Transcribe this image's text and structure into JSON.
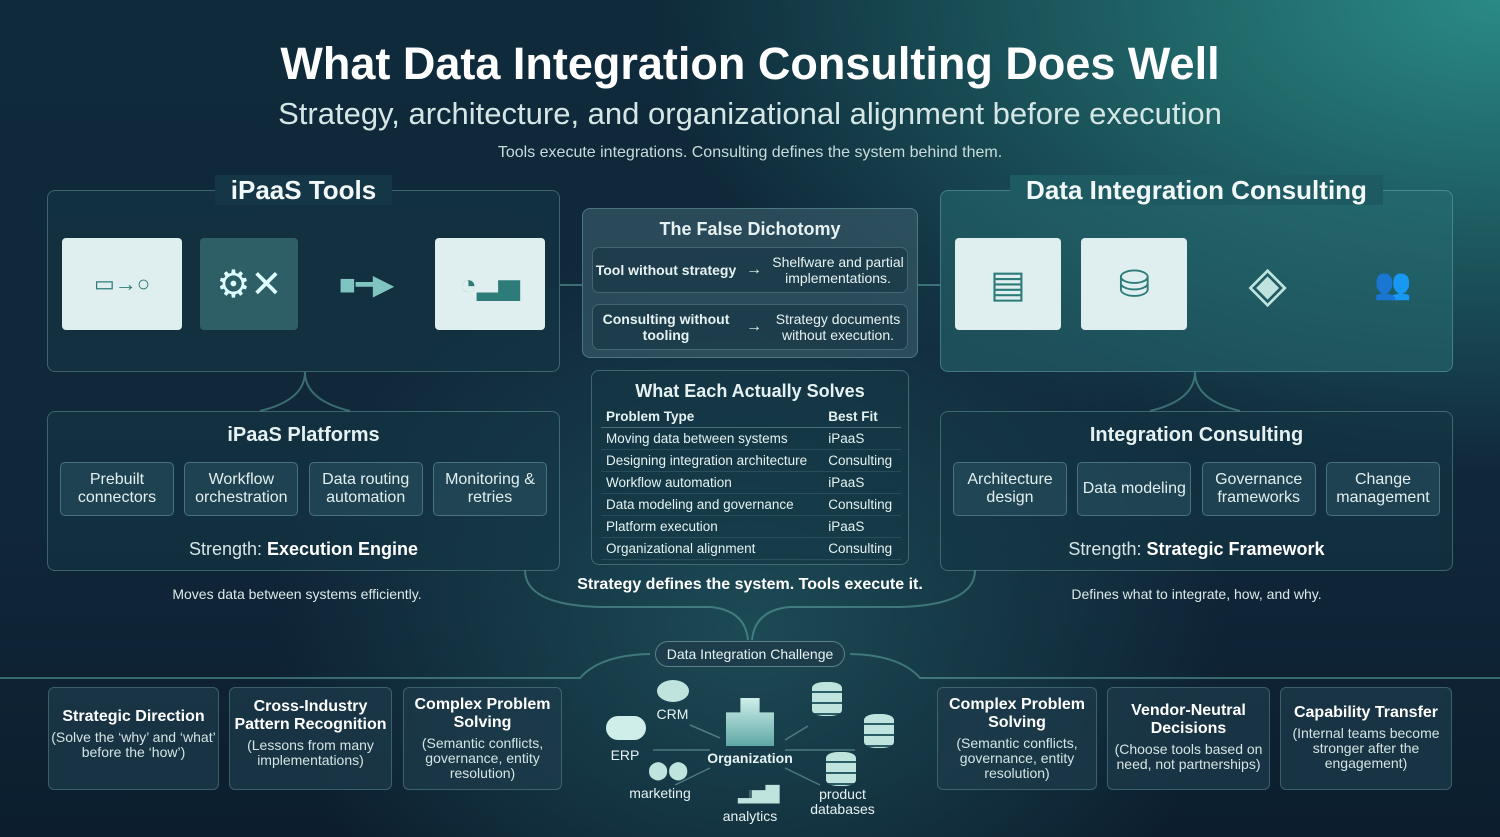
{
  "header": {
    "title": "What Data Integration Consulting Does Well",
    "subtitle": "Strategy, architecture, and organizational alignment before execution",
    "tagline": "Tools execute integrations. Consulting defines the system behind them."
  },
  "left": {
    "panel_title": "iPaaS Tools",
    "icons": [
      "app-workflow-screenshot-icon",
      "tools-grid-icon",
      "flow-branch-icon",
      "dashboard-screenshot-icon"
    ],
    "subtitle": "iPaaS Platforms",
    "chips": [
      "Prebuilt connectors",
      "Workflow orchestration",
      "Data routing automation",
      "Monitoring & retries"
    ],
    "strength_label": "Strength:",
    "strength_value": "Execution Engine",
    "caption": "Moves data between systems efficiently."
  },
  "right": {
    "panel_title": "Data Integration Consulting",
    "icons": [
      "architecture-diagram-icon",
      "data-model-icon",
      "layers-icon",
      "team-network-icon"
    ],
    "subtitle": "Integration Consulting",
    "chips": [
      "Architecture design",
      "Data modeling",
      "Governance frameworks",
      "Change management"
    ],
    "strength_label": "Strength:",
    "strength_value": "Strategic Framework",
    "caption": "Defines what to integrate, how, and why."
  },
  "dichotomy": {
    "title": "The False Dichotomy",
    "rows": [
      {
        "left": "Tool without strategy",
        "right": "Shelfware and partial implementations."
      },
      {
        "left": "Consulting without tooling",
        "right": "Strategy documents without execution."
      }
    ]
  },
  "solves": {
    "title": "What Each Actually Solves",
    "headers": [
      "Problem Type",
      "Best Fit"
    ],
    "rows": [
      [
        "Moving data between systems",
        "iPaaS"
      ],
      [
        "Designing integration architecture",
        "Consulting"
      ],
      [
        "Workflow automation",
        "iPaaS"
      ],
      [
        "Data modeling and governance",
        "Consulting"
      ],
      [
        "Platform execution",
        "iPaaS"
      ],
      [
        "Organizational alignment",
        "Consulting"
      ]
    ],
    "footer": "Strategy defines the system. Tools execute it."
  },
  "challenge": {
    "label": "Data Integration Challenge",
    "center": "Organization",
    "nodes": {
      "crm": "CRM",
      "erp": "ERP",
      "marketing": "marketing",
      "analytics": "analytics",
      "product": "product databases"
    }
  },
  "cards_left": [
    {
      "title": "Strategic Direction",
      "desc": "(Solve the ‘why’ and ‘what’ before the ‘how’)"
    },
    {
      "title": "Cross-Industry Pattern Recognition",
      "desc": "(Lessons from many implementations)"
    },
    {
      "title": "Complex Problem Solving",
      "desc": "(Semantic conflicts, governance, entity resolution)"
    }
  ],
  "cards_right": [
    {
      "title": "Complex Problem Solving",
      "desc": "(Semantic conflicts, governance, entity resolution)"
    },
    {
      "title": "Vendor-Neutral Decisions",
      "desc": "(Choose tools based on need, not partnerships)"
    },
    {
      "title": "Capability Transfer",
      "desc": "(Internal teams become stronger after the engagement)"
    }
  ]
}
